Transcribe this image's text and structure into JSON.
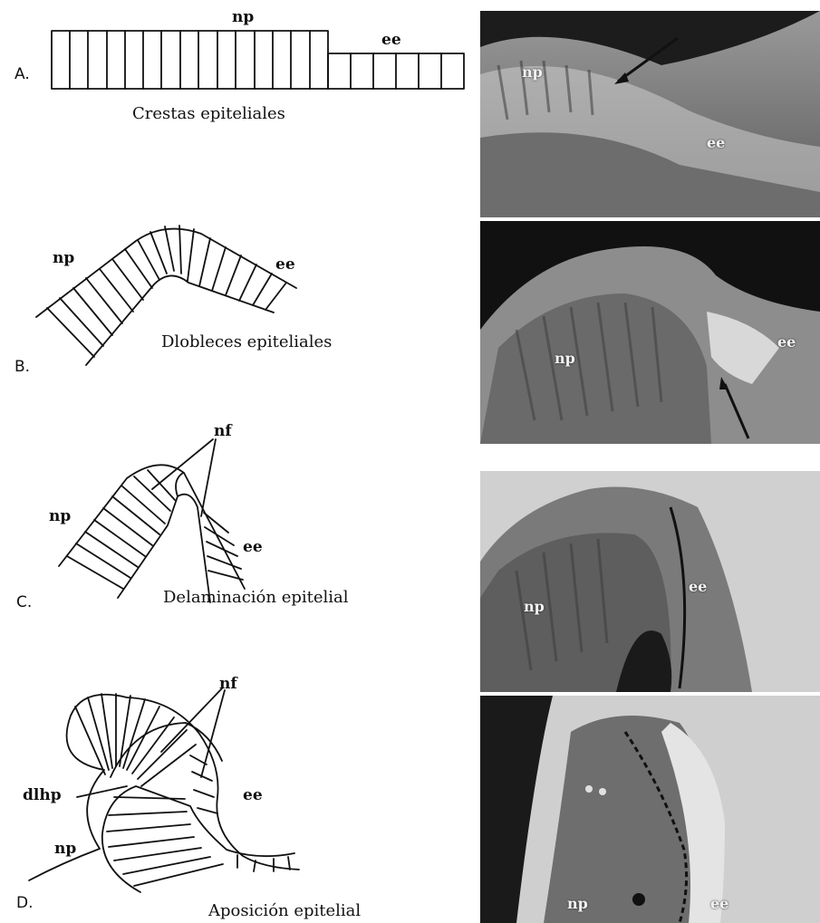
{
  "panels": [
    {
      "letter": "A.",
      "caption": "Crestas epiteliales",
      "labels": {
        "np": "np",
        "ee": "ee"
      },
      "photo_labels": {
        "np": "np",
        "ee": "ee"
      }
    },
    {
      "letter": "B.",
      "caption": "Dlobleces epiteliales",
      "labels": {
        "np": "np",
        "ee": "ee"
      },
      "photo_labels": {
        "np": "np",
        "ee": "ee"
      }
    },
    {
      "letter": "C.",
      "caption": "Delaminación epitelial",
      "labels": {
        "np": "np",
        "ee": "ee",
        "nf": "nf"
      },
      "photo_labels": {
        "np": "np",
        "ee": "ee"
      }
    },
    {
      "letter": "D.",
      "caption": "Aposición epitelial",
      "labels": {
        "np": "np",
        "ee": "ee",
        "nf": "nf",
        "dlhp": "dlhp"
      },
      "photo_labels": {
        "np": "np",
        "ee": "ee"
      }
    }
  ],
  "colors": {
    "ink": "#111111",
    "photo_dark": "#2a2a2a",
    "photo_light": "#bdbdbd"
  }
}
